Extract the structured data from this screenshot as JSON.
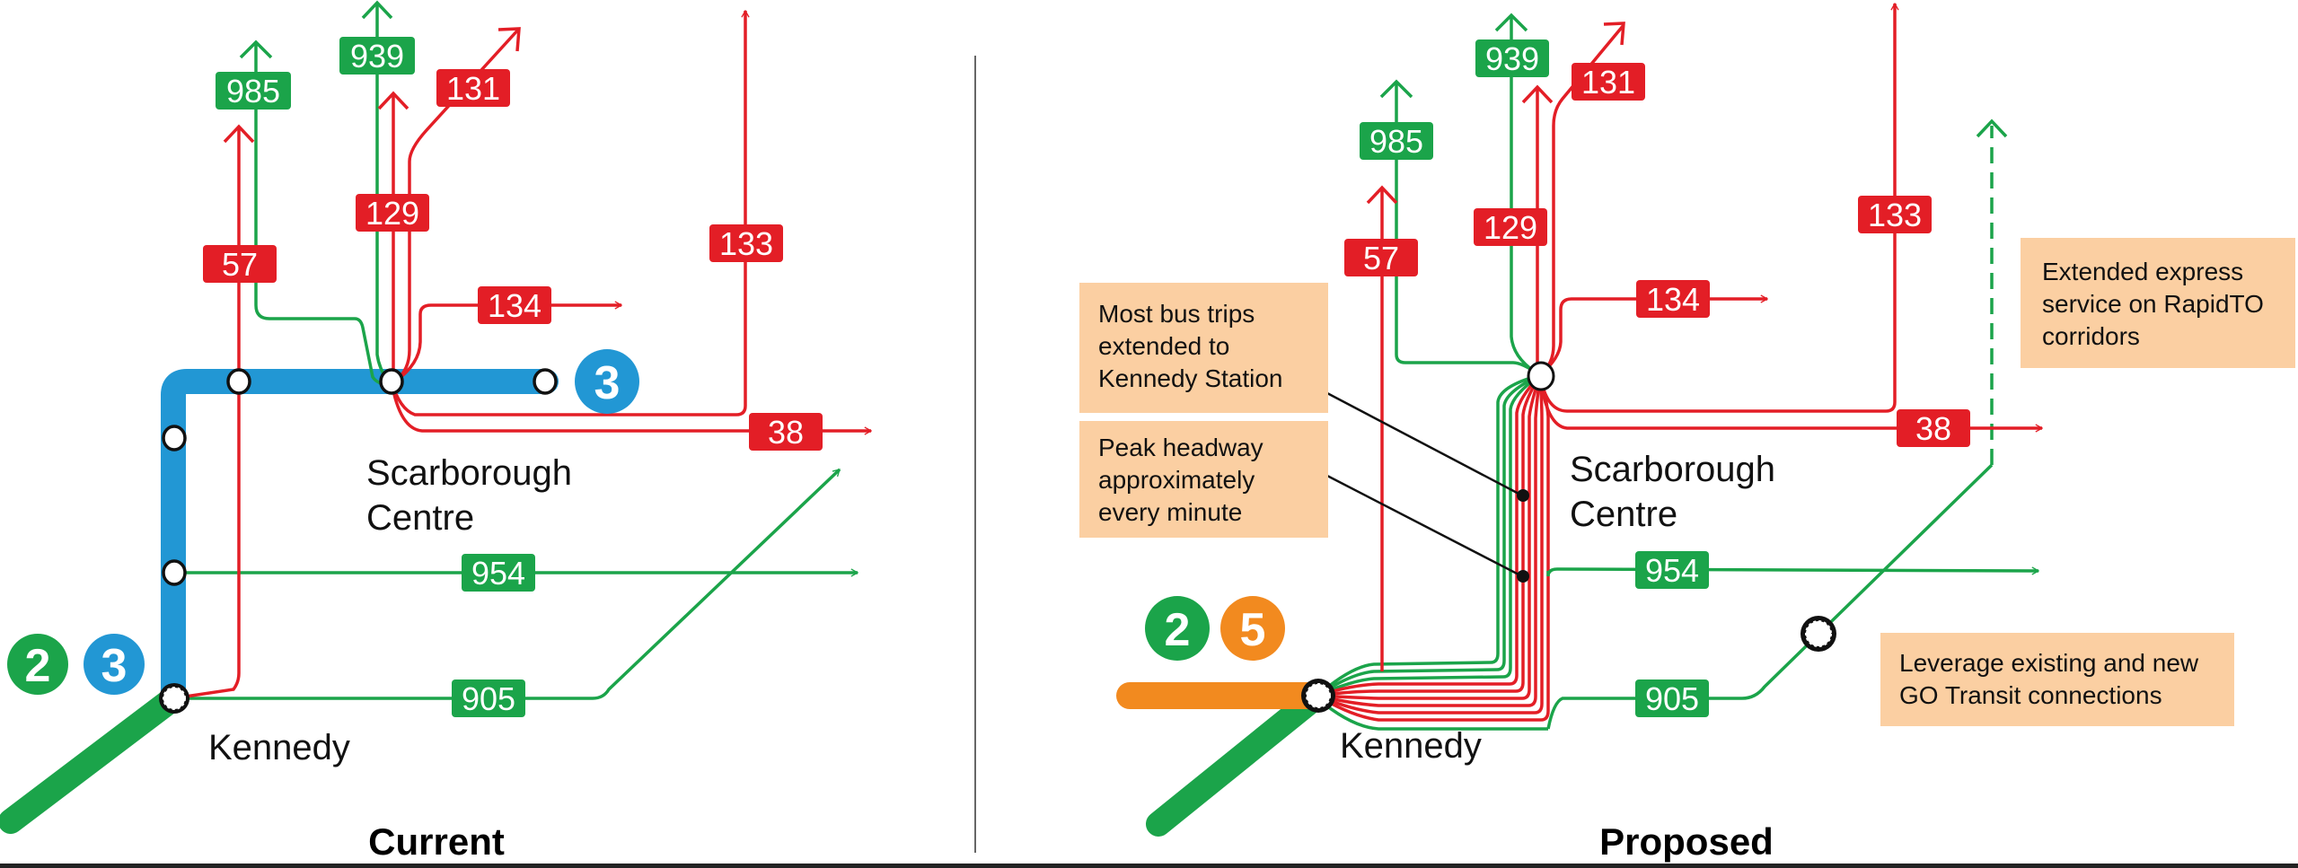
{
  "colors": {
    "bus_frequent": "#e31e26",
    "bus_express": "#1ba44a",
    "line2": "#1ba44a",
    "line3": "#2297d4",
    "line5": "#f28a1f",
    "note_bg": "#fbcfa2",
    "station_fill": "#ffffff",
    "station_stroke": "#111111",
    "divider": "#666666"
  },
  "panels": {
    "current": {
      "title": "Current",
      "places": {
        "scarborough_line1": "Scarborough",
        "scarborough_line2": "Centre",
        "kennedy": "Kennedy"
      },
      "badges": [
        {
          "id": "line2",
          "label": "2"
        },
        {
          "id": "line3",
          "label": "3"
        },
        {
          "id": "line3-end",
          "label": "3"
        }
      ],
      "routes": [
        {
          "id": "985",
          "label": "985",
          "type": "express"
        },
        {
          "id": "939",
          "label": "939",
          "type": "express"
        },
        {
          "id": "131",
          "label": "131",
          "type": "frequent"
        },
        {
          "id": "57",
          "label": "57",
          "type": "frequent"
        },
        {
          "id": "129",
          "label": "129",
          "type": "frequent"
        },
        {
          "id": "133",
          "label": "133",
          "type": "frequent"
        },
        {
          "id": "134",
          "label": "134",
          "type": "frequent"
        },
        {
          "id": "38",
          "label": "38",
          "type": "frequent"
        },
        {
          "id": "954",
          "label": "954",
          "type": "express"
        },
        {
          "id": "905",
          "label": "905",
          "type": "express"
        }
      ]
    },
    "proposed": {
      "title": "Proposed",
      "places": {
        "scarborough_line1": "Scarborough",
        "scarborough_line2": "Centre",
        "kennedy": "Kennedy"
      },
      "badges": [
        {
          "id": "line2",
          "label": "2"
        },
        {
          "id": "line5",
          "label": "5"
        }
      ],
      "routes": [
        {
          "id": "939",
          "label": "939",
          "type": "express"
        },
        {
          "id": "131",
          "label": "131",
          "type": "frequent"
        },
        {
          "id": "985",
          "label": "985",
          "type": "express"
        },
        {
          "id": "129",
          "label": "129",
          "type": "frequent"
        },
        {
          "id": "57",
          "label": "57",
          "type": "frequent"
        },
        {
          "id": "133",
          "label": "133",
          "type": "frequent"
        },
        {
          "id": "134",
          "label": "134",
          "type": "frequent"
        },
        {
          "id": "38",
          "label": "38",
          "type": "frequent"
        },
        {
          "id": "954",
          "label": "954",
          "type": "express"
        },
        {
          "id": "905",
          "label": "905",
          "type": "express"
        }
      ],
      "notes": [
        {
          "id": "most-trips",
          "lines": [
            "Most bus trips",
            "extended to",
            "Kennedy Station"
          ]
        },
        {
          "id": "peak-headway",
          "lines": [
            "Peak headway",
            "approximately",
            "every minute"
          ]
        },
        {
          "id": "express-rapidto",
          "lines": [
            "Extended express",
            "service on RapidTO",
            "corridors"
          ]
        },
        {
          "id": "go-transit",
          "lines": [
            "Leverage existing and new",
            "GO Transit connections"
          ]
        }
      ]
    }
  }
}
